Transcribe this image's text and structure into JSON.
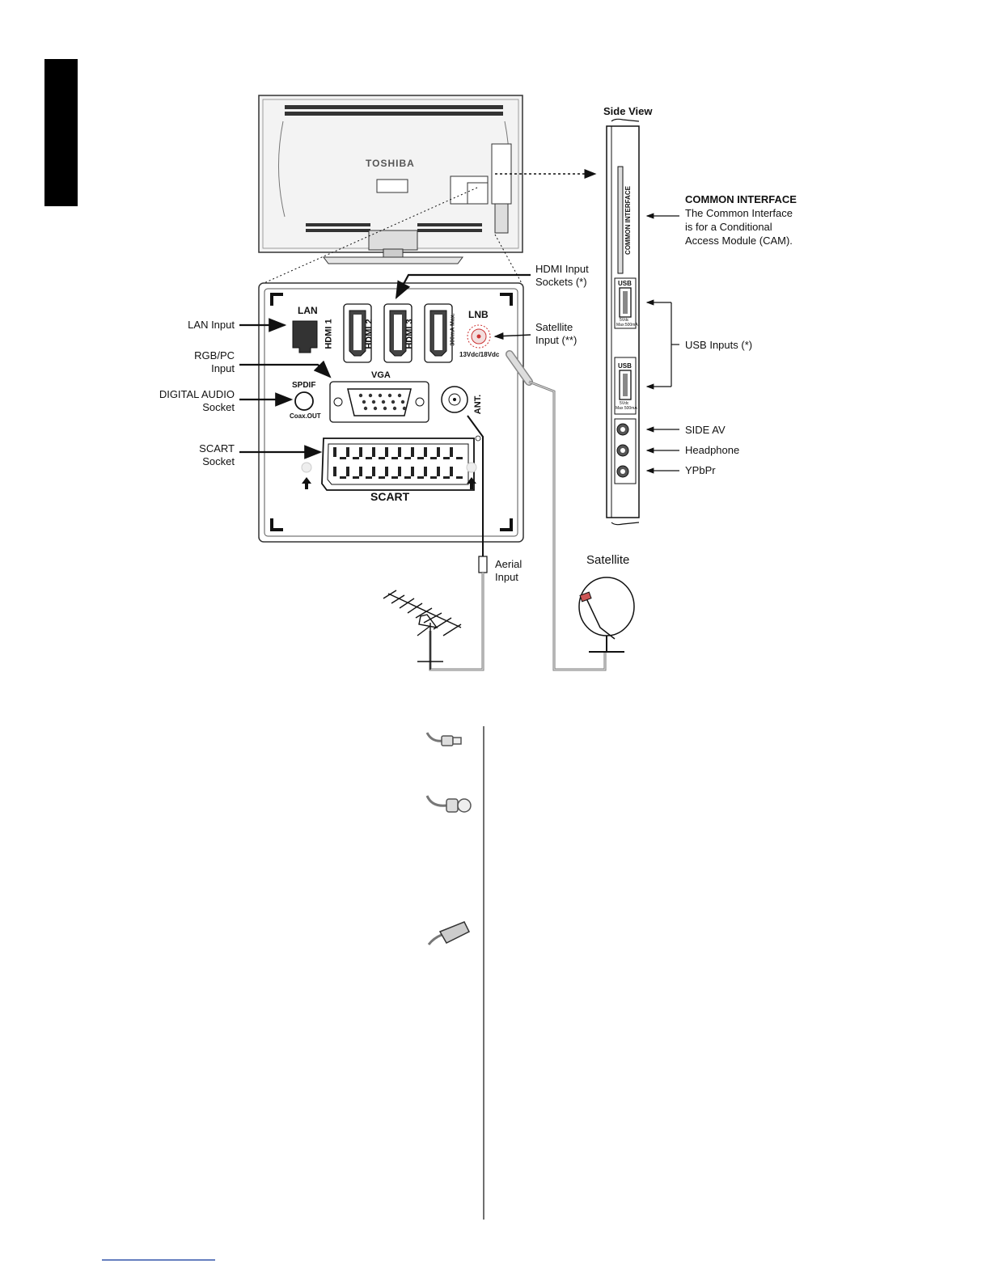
{
  "tv_back": {
    "brand": "TOSHIBA",
    "side_view_title": "Side View"
  },
  "panel": {
    "lan": "LAN",
    "hdmi": [
      "HDMI 1",
      "HDMI 2",
      "HDMI 3"
    ],
    "lnb": "LNB",
    "lnb_current": "300mA Max.",
    "lnb_voltage": "13Vdc/18Vdc",
    "vga": "VGA",
    "spdif": "SPDIF",
    "coax_out": "Coax.OUT",
    "ant": "ANT.",
    "scart": "SCART"
  },
  "left_labels": {
    "lan_input": "LAN Input",
    "rgb_pc_line1": "RGB/PC",
    "rgb_pc_line2": "Input",
    "digital_audio_line1": "DIGITAL AUDIO",
    "digital_audio_line2": "Socket",
    "scart_line1": "SCART",
    "scart_line2": "Socket"
  },
  "right_labels": {
    "hdmi_line1": "HDMI Input",
    "hdmi_line2": "Sockets (*)",
    "satellite_line1": "Satellite",
    "satellite_line2": "Input (**)",
    "aerial_line1": "Aerial",
    "aerial_line2": "Input",
    "satellite_dish": "Satellite"
  },
  "side_view": {
    "common_interface_vertical": "COMMON INTERFACE",
    "usb": "USB",
    "usb_spec_1_line1": "5Vdc",
    "usb_spec_1_line2": "Max:500mA",
    "usb_spec_2_line1": "5Vdc",
    "usb_spec_2_line2": "Max 500mA"
  },
  "side_labels": {
    "ci_title": "COMMON INTERFACE",
    "ci_desc_1": "The Common Interface",
    "ci_desc_2": "is for a Conditional",
    "ci_desc_3": "Access Module (CAM).",
    "usb_inputs": "USB Inputs (*)",
    "side_av": "SIDE AV",
    "headphone": "Headphone",
    "ypbpr": "YPbPr"
  }
}
